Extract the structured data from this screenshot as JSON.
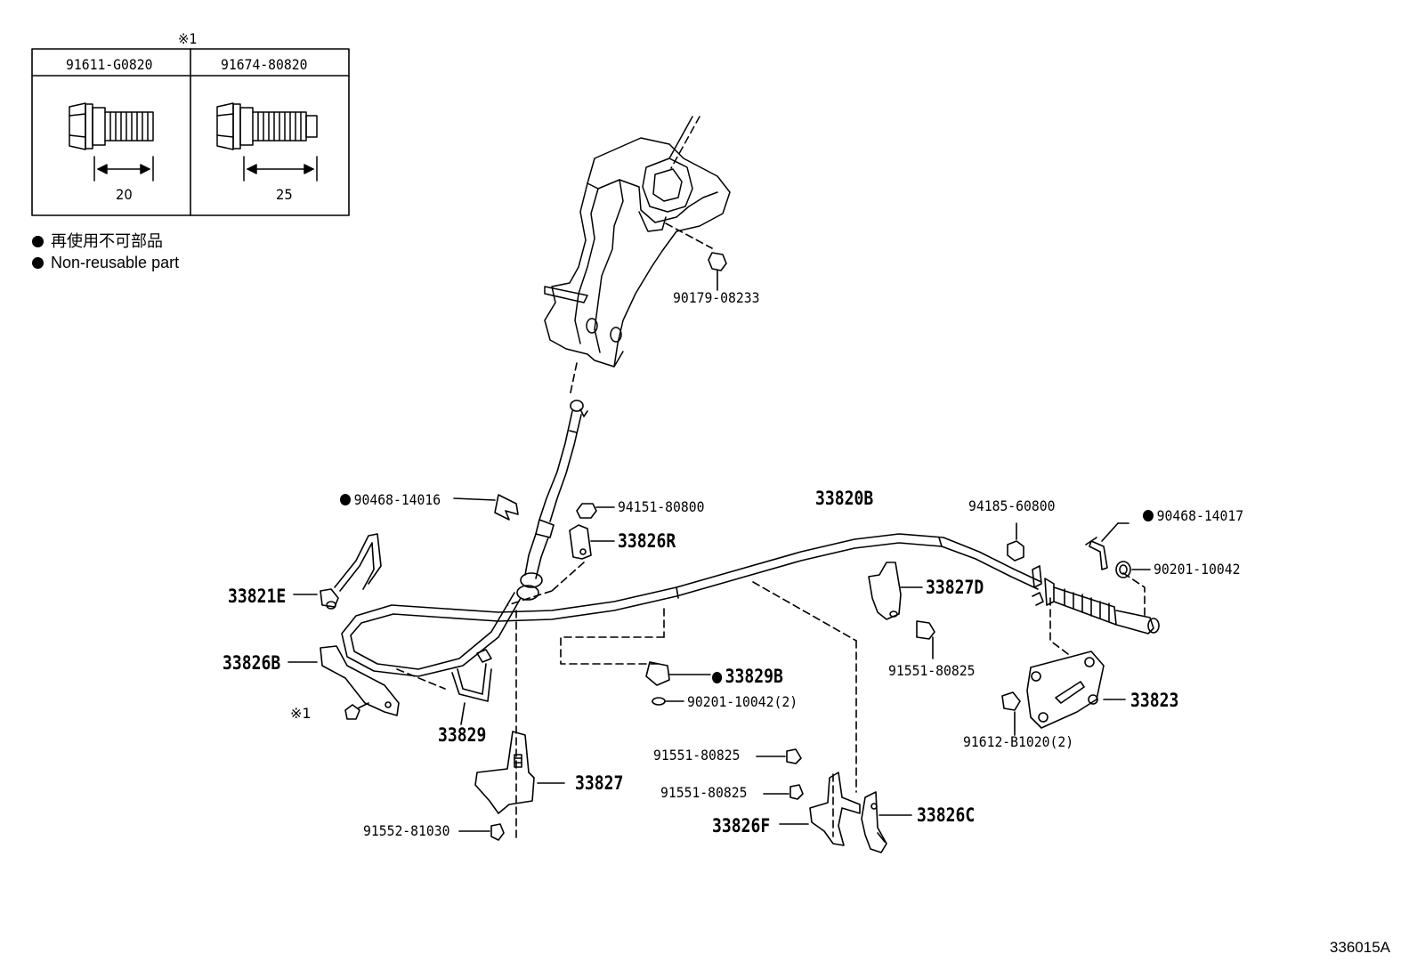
{
  "table": {
    "note_mark": "※1",
    "col1_part": "91611-G0820",
    "col2_part": "91674-80820",
    "col1_length": "20",
    "col2_length": "25"
  },
  "legend": {
    "line1": "再使用不可部品",
    "line2": "Non-reusable part"
  },
  "parts": {
    "p90179": "90179-08233",
    "p90468a": "90468-14016",
    "p94151": "94151-80800",
    "p33826R": "33826R",
    "p33820B": "33820B",
    "p94185": "94185-60800",
    "p90468b": "90468-14017",
    "p90201a": "90201-10042",
    "p33821E": "33821E",
    "p33827D": "33827D",
    "p33826B": "33826B",
    "p33829B": "33829B",
    "p91551a": "91551-80825",
    "p90201b": "90201-10042(2)",
    "p33823": "33823",
    "note1": "※1",
    "p33829": "33829",
    "p91612": "91612-B1020(2)",
    "p91551b": "91551-80825",
    "p33827": "33827",
    "p91551c": "91551-80825",
    "p33826C": "33826C",
    "p33826F": "33826F",
    "p91552": "91552-81030"
  },
  "catalog_id": "336015A"
}
